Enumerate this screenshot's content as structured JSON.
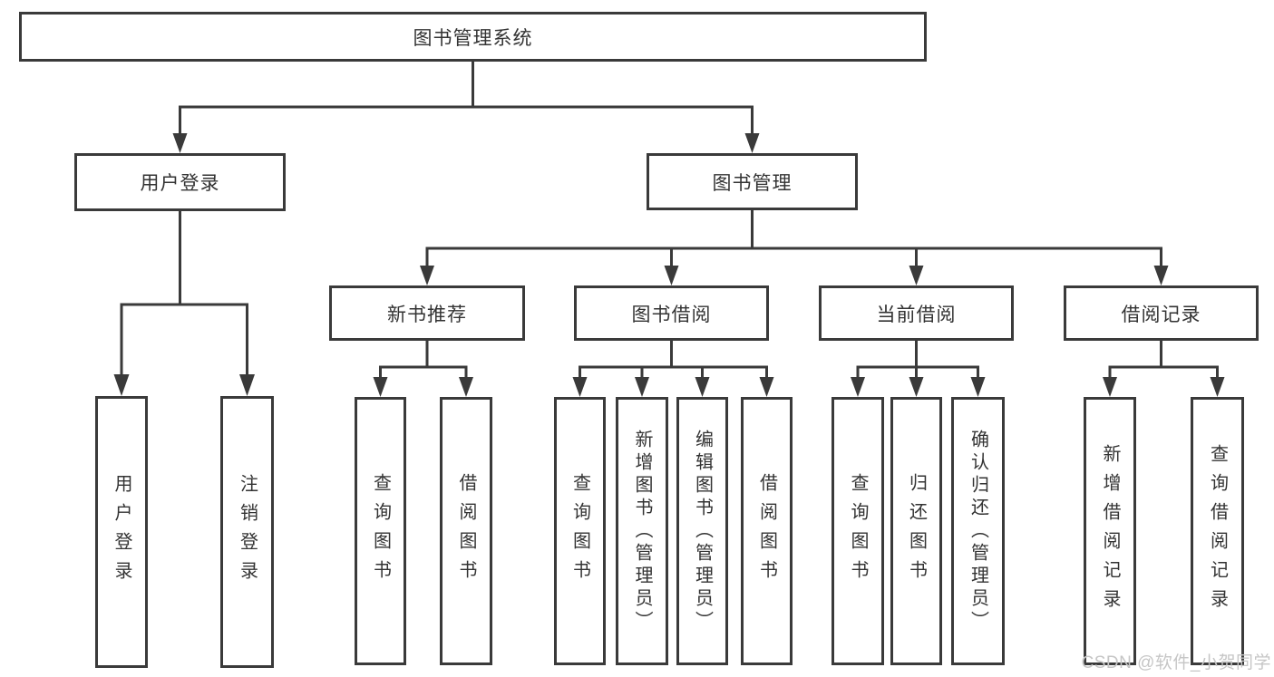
{
  "root": {
    "label": "图书管理系统"
  },
  "level2": {
    "user_login": {
      "label": "用户登录"
    },
    "book_mgmt": {
      "label": "图书管理"
    }
  },
  "level3": {
    "new_rec": {
      "label": "新书推荐"
    },
    "borrow": {
      "label": "图书借阅"
    },
    "current": {
      "label": "当前借阅"
    },
    "records": {
      "label": "借阅记录"
    }
  },
  "leaves": {
    "user_login": [
      "用户登录",
      "注销登录"
    ],
    "new_rec": [
      "查询图书",
      "借阅图书"
    ],
    "borrow": [
      "查询图书",
      "新增图书（管理员）",
      "编辑图书（管理员）",
      "借阅图书"
    ],
    "current": [
      "查询图书",
      "归还图书",
      "确认归还（管理员）"
    ],
    "records": [
      "新增借阅记录",
      "查询借阅记录"
    ]
  },
  "watermark": "CSDN @软件_小贺同学",
  "colors": {
    "line": "#3a3a3a",
    "text": "#333333",
    "box_background": "#ffffff",
    "watermark": "#c6c6c6"
  }
}
